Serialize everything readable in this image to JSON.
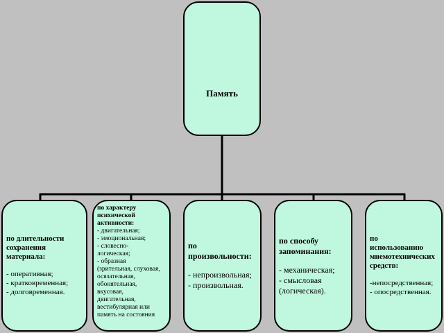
{
  "root": {
    "label": "Память"
  },
  "categories": [
    {
      "heading": "по длительности\nсохранения\nматериала:",
      "items": [
        "- оперативная;",
        "- кратковременная;",
        "- долговременная."
      ]
    },
    {
      "heading": "по характеру\nпсихической\nактивности:",
      "items": [
        "- двигательная;",
        "- эмоциональная;",
        "- словесно-\nлогическая;",
        "- образная\n(зрительная, слуховая,\nосязательная,\nобонятельная,\nвкусовая,\nдвигательная,\nвестибулярная или\nпамять на состояния"
      ]
    },
    {
      "heading": "по\nпроизвольности:",
      "items": [
        "- непроизвольная;",
        "- произвольная."
      ]
    },
    {
      "heading": "по способу\nзапоминания:",
      "items": [
        "- механическая;",
        "- смысловая\n(логическая)."
      ]
    },
    {
      "heading": "по\nиспользованию\nмнемотехнических\nсредств:",
      "items": [
        "-непосредственная;",
        "- опосредственная."
      ]
    }
  ]
}
